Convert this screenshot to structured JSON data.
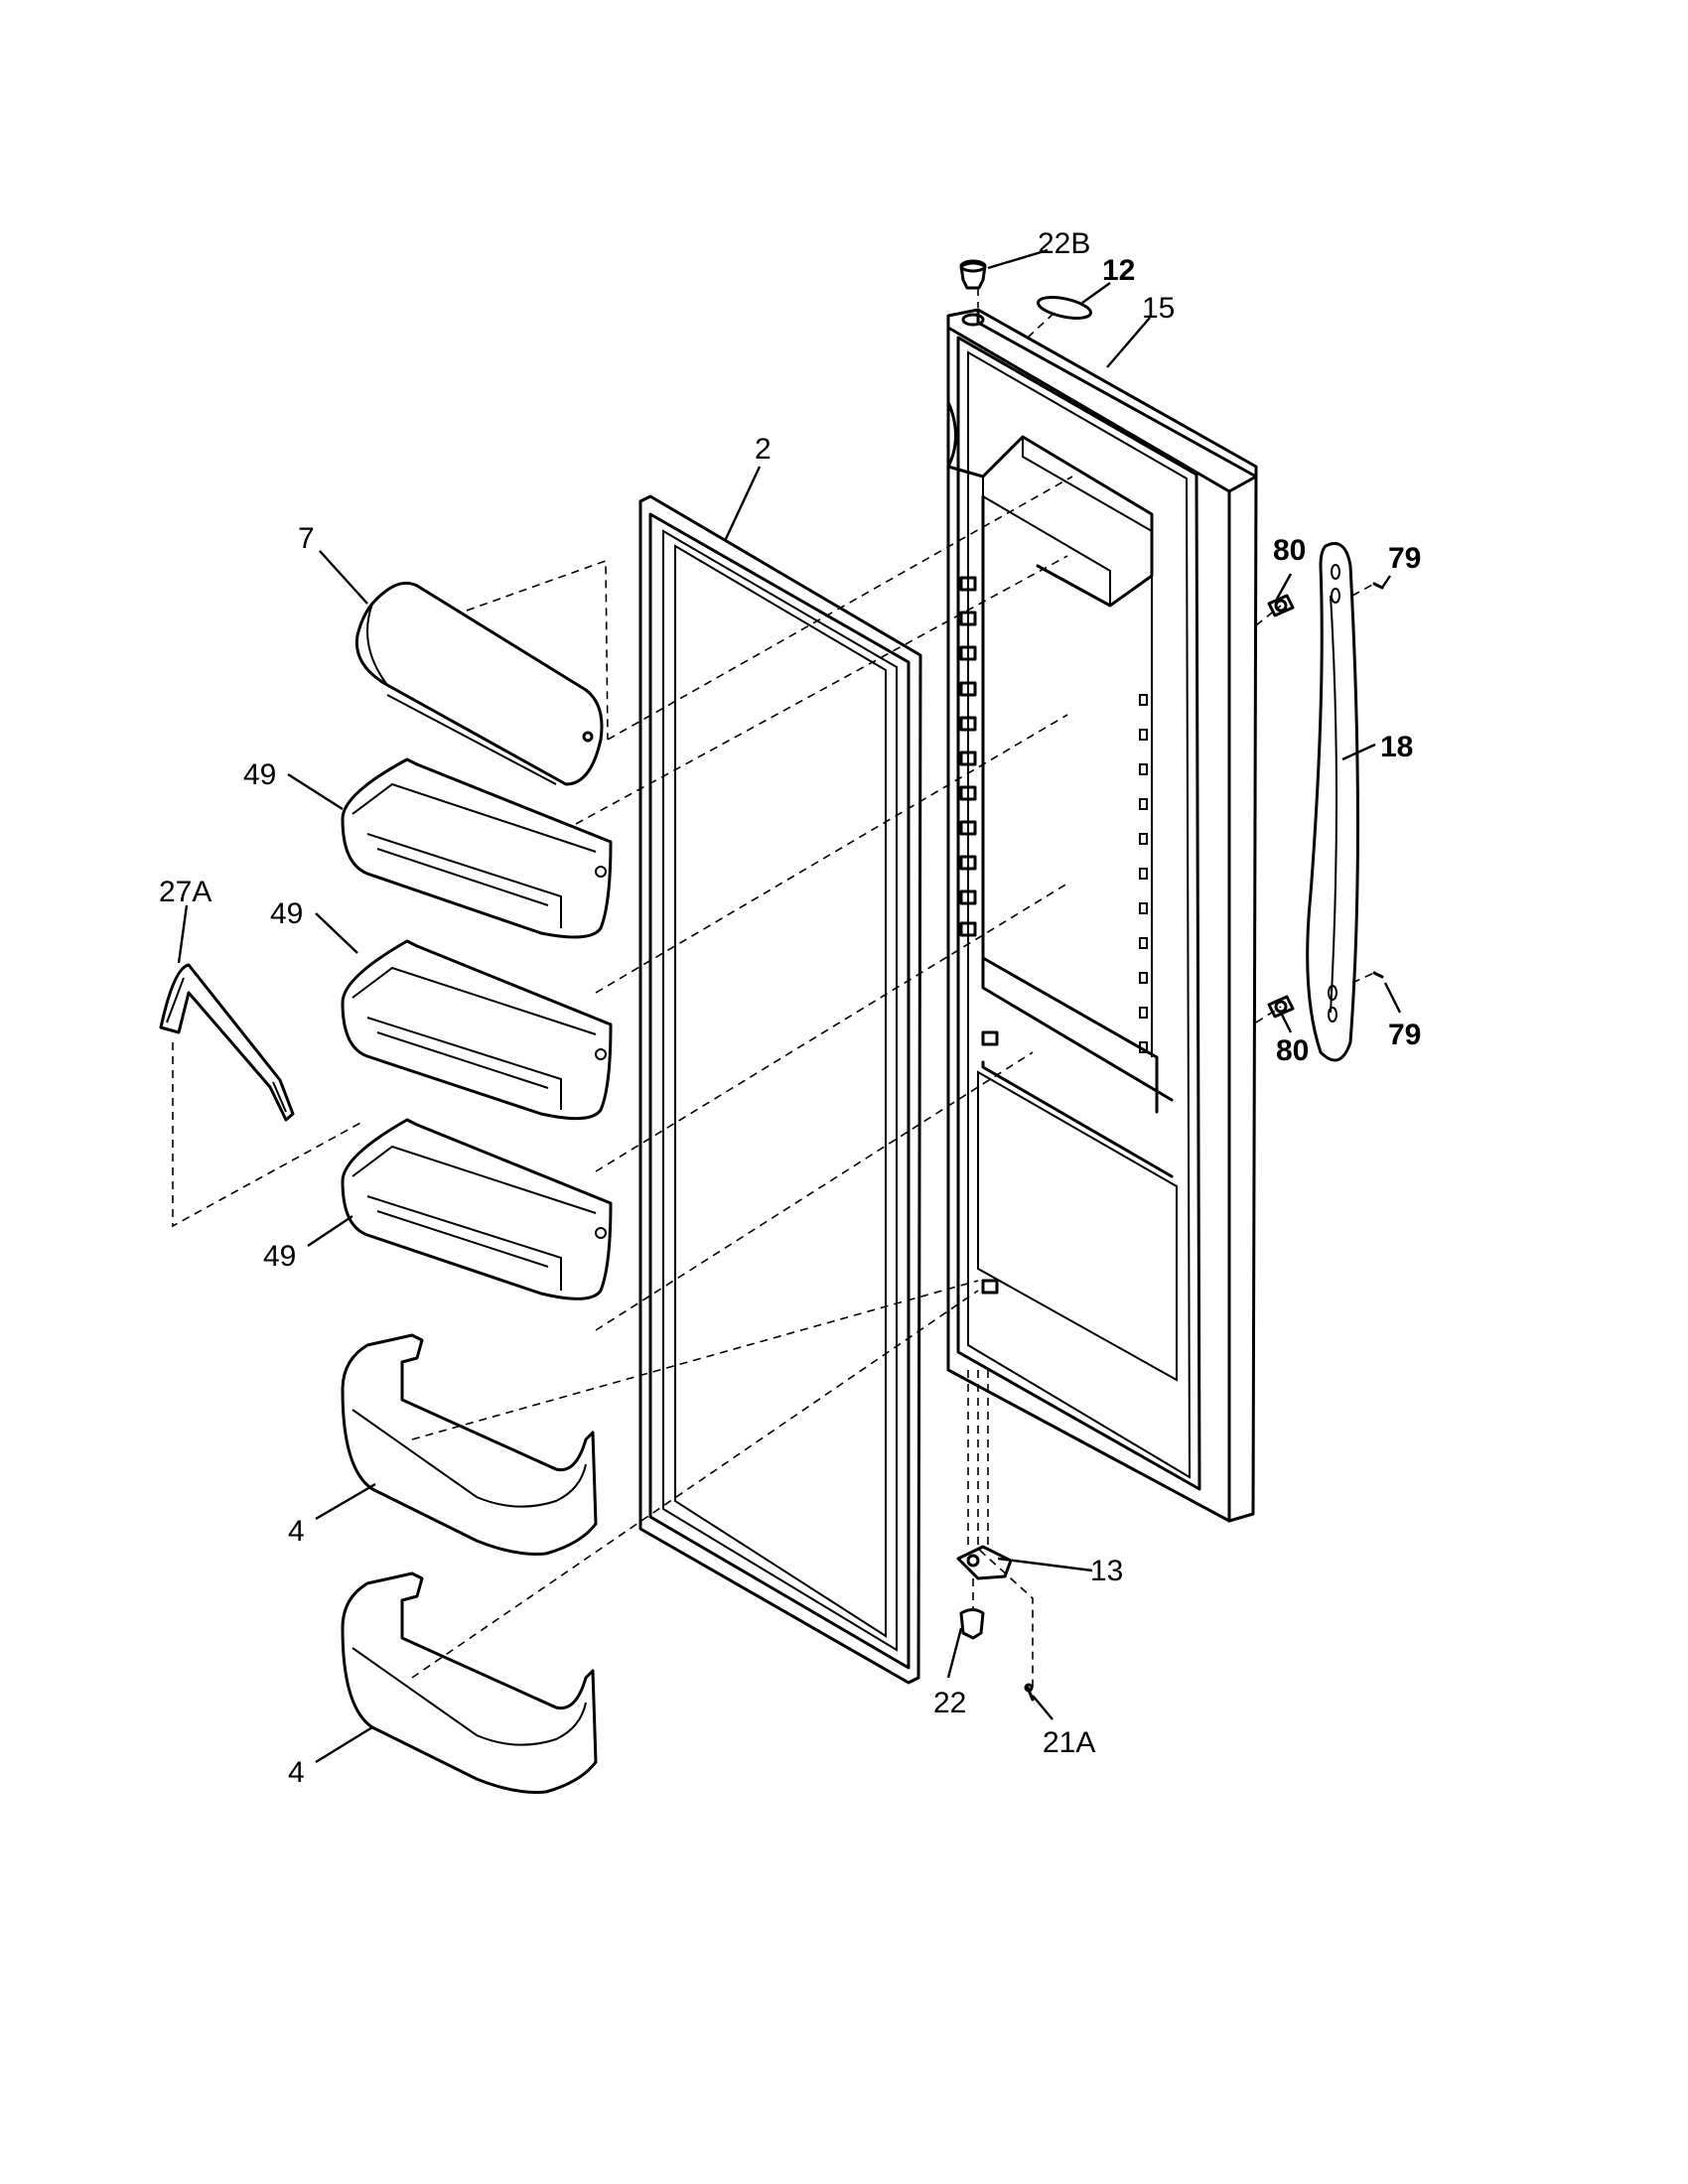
{
  "callouts": {
    "c22b": {
      "text": "22B",
      "bold": false
    },
    "c12": {
      "text": "12",
      "bold": true
    },
    "c15": {
      "text": "15",
      "bold": false
    },
    "c2": {
      "text": "2",
      "bold": false
    },
    "c7": {
      "text": "7",
      "bold": false
    },
    "c80a": {
      "text": "80",
      "bold": true
    },
    "c79a": {
      "text": "79",
      "bold": true
    },
    "c18": {
      "text": "18",
      "bold": true
    },
    "c49a": {
      "text": "49",
      "bold": false
    },
    "c27a": {
      "text": "27A",
      "bold": false
    },
    "c49b": {
      "text": "49",
      "bold": false
    },
    "c80b": {
      "text": "80",
      "bold": true
    },
    "c79b": {
      "text": "79",
      "bold": true
    },
    "c49c": {
      "text": "49",
      "bold": false
    },
    "c4a": {
      "text": "4",
      "bold": false
    },
    "c13": {
      "text": "13",
      "bold": false
    },
    "c22": {
      "text": "22",
      "bold": false
    },
    "c21a": {
      "text": "21A",
      "bold": false
    },
    "c4b": {
      "text": "4",
      "bold": false
    }
  }
}
